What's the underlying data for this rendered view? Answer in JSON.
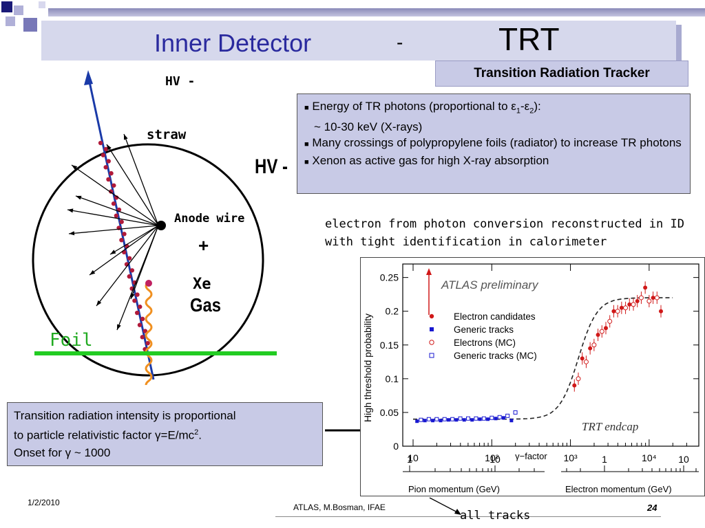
{
  "title": {
    "left": "Inner Detector",
    "dash": "-",
    "right": "TRT"
  },
  "subtitle": "Transition Radiation Tracker",
  "bullets": [
    {
      "marker": "■",
      "text_pre": "Energy of TR photons (proportional to ε",
      "sub1": "1",
      "mid": "-ε",
      "sub2": "2",
      "text_post": "):"
    },
    {
      "marker": "",
      "text": "~ 10-30 keV (X-rays)"
    },
    {
      "marker": "■",
      "text": "Many crossings of polypropylene foils (radiator) to increase TR photons"
    },
    {
      "marker": "■",
      "text": "Xenon as active gas for high X-ray absorption"
    }
  ],
  "diagram": {
    "hv_minus_top": "HV -",
    "straw_label": "straw",
    "hv_minus_side": "HV -",
    "anode_label": "Anode wire",
    "plus_label": "+",
    "xe_label": "Xe",
    "gas_label": "Gas",
    "foil_label": "Foil",
    "colors": {
      "track": "#1a3aa8",
      "dots": "#b01a3a",
      "foil": "#22cc22",
      "wave": "#f09020"
    }
  },
  "intensity": {
    "line1": "Transition radiation intensity is proportional",
    "line2_pre": "to particle relativistic factor γ=E/mc",
    "line2_sup": "2",
    "line2_post": ".",
    "line3": "Onset for γ ~ 1000"
  },
  "conversion_text": "electron from photon conversion reconstructed in ID with tight identification in calorimeter",
  "chart_data": {
    "type": "scatter",
    "ylabel": "High threshold probability",
    "ylim": [
      0,
      0.27
    ],
    "yticks": [
      "0",
      "0.05",
      "0.1",
      "0.15",
      "0.2",
      "0.25"
    ],
    "xaxis_main_ticks": [
      "10",
      "10²",
      "γ−factor",
      "10³",
      "10⁴"
    ],
    "x_log_range": [
      1,
      4.5
    ],
    "xlabel_pion": "Pion momentum (GeV)",
    "xlabel_electron": "Electron momentum (GeV)",
    "pion_ticks": [
      "1",
      "10"
    ],
    "electron_ticks": [
      "1",
      "10"
    ],
    "annotation_top": "ATLAS preliminary",
    "annotation_bottom": "TRT endcap",
    "legend": [
      {
        "name": "Electron candidates",
        "marker": "filled-circle",
        "color": "#d01818"
      },
      {
        "name": "Generic tracks",
        "marker": "filled-square",
        "color": "#1818d0"
      },
      {
        "name": "Electrons (MC)",
        "marker": "open-circle",
        "color": "#d01818"
      },
      {
        "name": "Generic tracks (MC)",
        "marker": "open-square",
        "color": "#1818d0"
      }
    ],
    "series": [
      {
        "name": "Electron candidates",
        "x": [
          3.05,
          3.15,
          3.25,
          3.35,
          3.45,
          3.55,
          3.65,
          3.75,
          3.85,
          3.95,
          4.05,
          4.15
        ],
        "y": [
          0.09,
          0.13,
          0.145,
          0.165,
          0.175,
          0.2,
          0.205,
          0.21,
          0.215,
          0.235,
          0.22,
          0.2
        ]
      },
      {
        "name": "Generic tracks",
        "x": [
          1.05,
          1.15,
          1.25,
          1.35,
          1.45,
          1.55,
          1.65,
          1.75,
          1.85,
          1.95,
          2.05,
          2.15,
          2.25
        ],
        "y": [
          0.037,
          0.038,
          0.038,
          0.038,
          0.039,
          0.039,
          0.039,
          0.039,
          0.04,
          0.04,
          0.041,
          0.042,
          0.038
        ]
      },
      {
        "name": "Electrons (MC)",
        "x": [
          3.1,
          3.2,
          3.3,
          3.4,
          3.5,
          3.6,
          3.7,
          3.8,
          3.9,
          4.0,
          4.1
        ],
        "y": [
          0.1,
          0.125,
          0.15,
          0.17,
          0.185,
          0.2,
          0.205,
          0.21,
          0.22,
          0.215,
          0.22
        ]
      },
      {
        "name": "Generic tracks (MC)",
        "x": [
          1.1,
          1.2,
          1.3,
          1.4,
          1.5,
          1.6,
          1.7,
          1.8,
          1.9,
          2.0,
          2.1,
          2.2,
          2.3
        ],
        "y": [
          0.039,
          0.04,
          0.04,
          0.04,
          0.04,
          0.041,
          0.041,
          0.041,
          0.041,
          0.042,
          0.043,
          0.045,
          0.05
        ]
      }
    ]
  },
  "footer": {
    "date": "1/2/2010",
    "author": "ATLAS, M.Bosman, IFAE",
    "page": "24",
    "all_tracks": "all tracks"
  }
}
